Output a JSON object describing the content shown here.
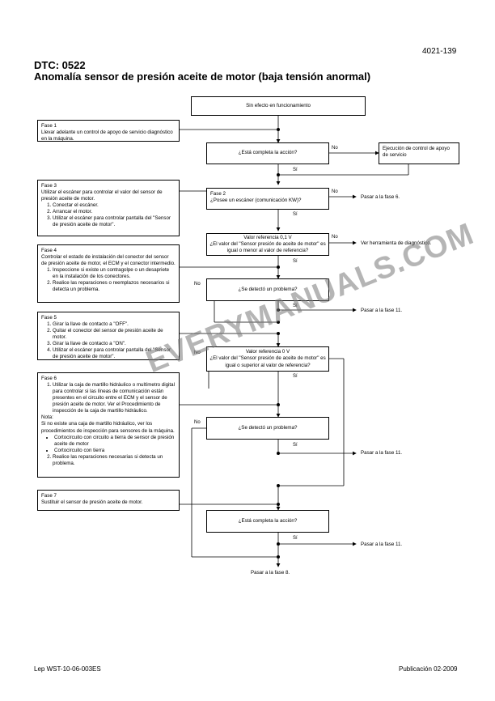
{
  "header": {
    "doc_number": "4021-139",
    "dtc": "DTC: 0522",
    "title": "Anomalía sensor de presión aceite de motor (baja tensión anormal)"
  },
  "flow": {
    "start": "Sin efecto en funcionamiento",
    "q1": "¿Está completa la acción?",
    "q1_no_result": "Ejecución de control de apoyo de servicio",
    "q2_phase": "Fase 2",
    "q2": "¿Posee un escáner (comunicación KW)?",
    "q2_no_result": "Pasar a la fase 6.",
    "q3_line1": "Valor referencia 0,1 V",
    "q3_line2": "¿El valor del \"Sensor presión de aceite de motor\" es igual o menor al valor de referencia?",
    "q3_no_result": "Ver herramienta de diagnóstico.",
    "q4": "¿Se detectó un problema?",
    "q4_yes_result": "Pasar a la fase 11.",
    "q5_line1": "Valor referencia 0 V",
    "q5_line2": "¿El valor del \"Sensor presión de aceite de motor\" es igual o superior al valor de referencia?",
    "q6": "¿Se detectó un problema?",
    "q6_yes_result": "Pasar a la fase 11.",
    "q7": "¿Está completa la acción?",
    "q7_yes_result": "Pasar a la fase 11.",
    "final": "Pasar a la fase 8.",
    "yes": "Sí",
    "no": "No"
  },
  "phases": {
    "p1": {
      "title": "Fase 1",
      "text": "Llevar adelante un control de apoyo de servicio diagnóstico en la máquina."
    },
    "p3": {
      "title": "Fase 3",
      "text": "Utilizar el escáner para controlar el valor del sensor de presión aceite de motor.",
      "steps": [
        "Conectar el escáner.",
        "Arrancar el motor.",
        "Utilizar el escáner para controlar pantalla del \"Sensor de presión aceite de motor\"."
      ]
    },
    "p4": {
      "title": "Fase 4",
      "text": "Controlar el estado de instalación del conector del sensor de presión aceite de motor, el ECM y el conector intermedio.",
      "steps": [
        "Inspeccione si existe un contragolpe o un desapriete en la instalación de los conectores.",
        "Realice las reparaciones o reemplazos necesarios si detecta un problema."
      ]
    },
    "p5": {
      "title": "Fase 5",
      "steps": [
        "Girar la llave de contacto a \"OFF\".",
        "Quitar el conector del sensor de presión aceite de motor.",
        "Girar la llave de contacto a \"ON\".",
        "Utilizar el escáner para controlar pantalla del \"Sensor de presión aceite de motor\"."
      ]
    },
    "p6": {
      "title": "Fase 6",
      "step1": "Utilizar la caja de martillo hidráulico o multímetro digital para controlar si las líneas de comunicación están presentes en el circuito entre el ECM y el sensor de presión aceite de motor. Ver el Procedimiento de inspección de la caja de martillo hidráulico.",
      "note_title": "Nota:",
      "note_text": "Si no existe una caja de martillo hidráulico, ver los procedimientos de inspección para sensores de la máquina.",
      "bullets": [
        "Cortocircuito con circuito a tierra de sensor de presión aceite de motor",
        "Cortocircuito con tierra"
      ],
      "step2": "Realice las reparaciones necesarias si detecta un problema."
    },
    "p7": {
      "title": "Fase 7",
      "text": "Sustituir el sensor de presión aceite de motor."
    }
  },
  "watermark": "EVERYMANUALS.COM",
  "footer": {
    "left": "Lep WST-10-06-003ES",
    "right": "Publicación 02-2009"
  }
}
